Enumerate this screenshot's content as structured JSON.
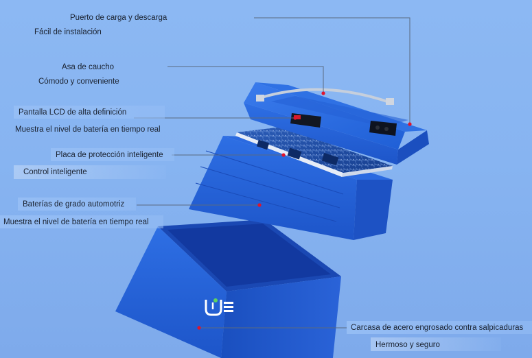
{
  "labels": {
    "port_title": "Puerto de carga y descarga",
    "port_sub": "Fácil de instalación",
    "handle_title": "Asa de caucho",
    "handle_sub": "Cómodo y conveniente",
    "lcd_title": "Pantalla LCD de alta definición",
    "lcd_sub": "Muestra el nivel de batería en tiempo real",
    "board_title": "Placa de protección inteligente",
    "board_sub": "Control inteligente",
    "cells_title": "Baterías de grado automotriz",
    "cells_sub": "Muestra el nivel de batería en tiempo real",
    "case_title": "Carcasa de acero engrosado contra salpicaduras",
    "case_sub": "Hermoso y seguro"
  },
  "colors": {
    "background": "#8cb8f3",
    "battery_blue": "#1f5fd6",
    "battery_dark": "#1742a8",
    "leader_line": "#5a6a80",
    "marker": "#e0142c"
  },
  "icons": {
    "logo": "brand-logo-icon"
  }
}
